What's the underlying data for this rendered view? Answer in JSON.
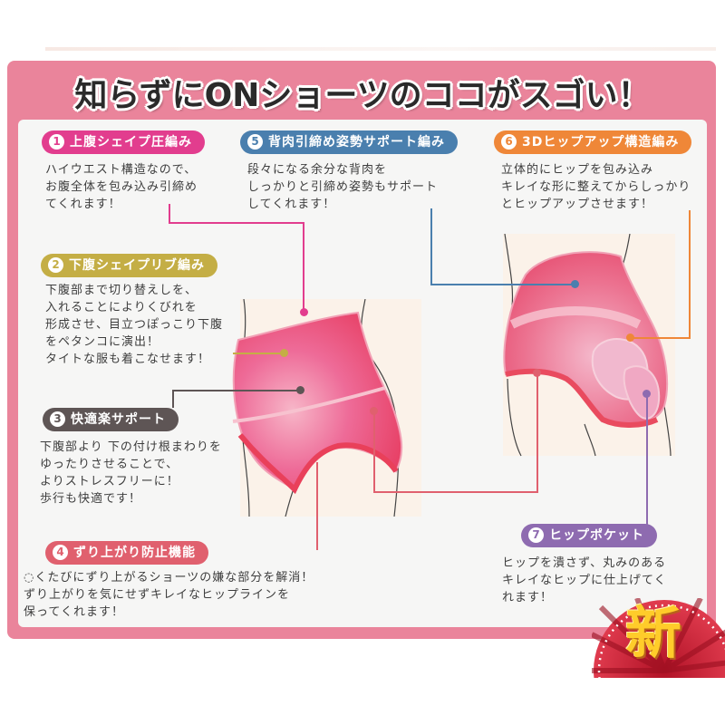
{
  "title": "知らずにONショーツのココがスゴい！",
  "colors": {
    "frame": "#ea849b",
    "panel": "#f6f6f5",
    "label1": "#e23d8e",
    "label2": "#c4ae45",
    "label3": "#5e5555",
    "label4": "#e0606e",
    "label5": "#4a7fae",
    "label6": "#ef8738",
    "label7": "#8e6bb0"
  },
  "features": [
    {
      "number": "1",
      "label": "上腹シェイプ圧編み",
      "description": "ハイウエスト構造なので、\nお腹全体を包み込み引締め\nてくれます！"
    },
    {
      "number": "2",
      "label": "下腹シェイプリブ編み",
      "description": "下腹部まで切り替えしを、\n入れることによりくびれを\n形成させ、目立つぽっこり下腹\nをペタンコに演出！\nタイトな服も着こなせます！"
    },
    {
      "number": "3",
      "label": "快適楽サポート",
      "description": "下腹部より 下の付け根まわりを\nゆったりさせることで、\nよりストレスフリーに！\n歩行も快適です！"
    },
    {
      "number": "4",
      "label": "ずり上がり防止機能",
      "description": "◌くたびにずり上がるショーツの嫌な部分を解消！\nずり上がりを気にせずキレイなヒップラインを\n保ってくれます！"
    },
    {
      "number": "5",
      "label": "背肉引締め姿勢サポート編み",
      "description": "段々になる余分な背肉を\nしっかりと引締め姿勢もサポート\nしてくれます！"
    },
    {
      "number": "6",
      "label": "3Dヒップアップ構造編み",
      "description": "立体的にヒップを包み込み\nキレイな形に整えてからしっかり\nとヒップアップさせます！"
    },
    {
      "number": "7",
      "label": "ヒップポケット",
      "description": "ヒップを潰さず、丸みのある\nキレイなヒップに仕上げてく\nれます！"
    }
  ],
  "badge": {
    "text": "新"
  },
  "illustrations": {
    "front": "front-view-shorts",
    "back": "back-view-shorts"
  }
}
